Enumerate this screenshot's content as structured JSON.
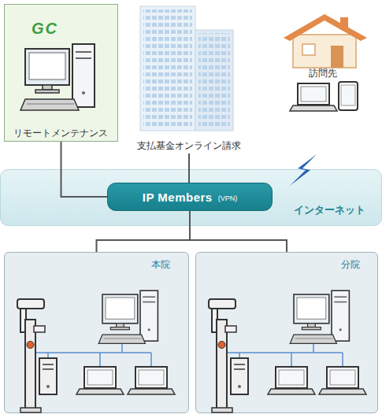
{
  "diagram": {
    "nodes": [
      {
        "text": [
          "リモートメンテナンス"
        ]
      },
      {
        "text": [
          "支払基金オンライン請求"
        ]
      },
      {
        "text": [
          "訪問先"
        ]
      },
      {
        "text": [
          "インターネット"
        ]
      },
      {
        "text": [
          "IP Members",
          "(VPN)"
        ],
        "in": 3
      },
      {
        "text": [
          "本院"
        ]
      },
      {
        "text": [
          "分院"
        ]
      }
    ],
    "edges": [
      {
        "from": 0,
        "to": 4,
        "arrow": "none"
      },
      {
        "from": 1,
        "to": 4,
        "arrow": "none"
      },
      {
        "from": 4,
        "to": 5,
        "arrow": "none"
      },
      {
        "from": 4,
        "to": 6,
        "arrow": "none"
      }
    ],
    "labels": [
      "GC"
    ]
  }
}
